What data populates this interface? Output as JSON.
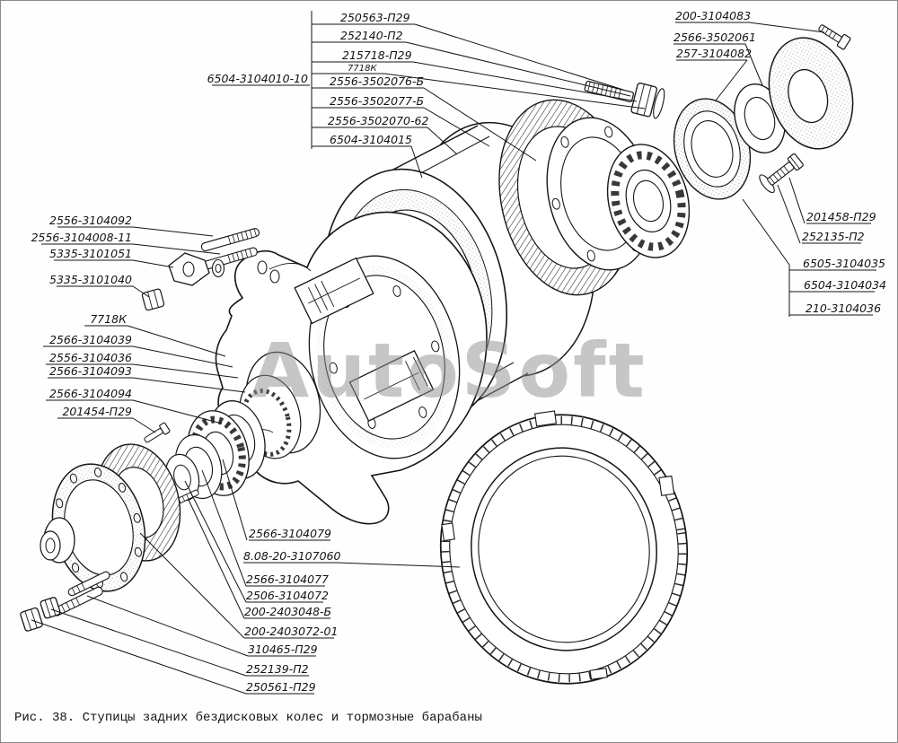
{
  "colors": {
    "ink": "#141414",
    "background": "#ffffff",
    "watermark": "#8f8f8f"
  },
  "caption": "Рис. 38. Ступицы задних бездисковых колес и тормозные барабаны",
  "watermark": "AutoSoft",
  "labels": [
    {
      "text": "250563-П29"
    },
    {
      "text": "252140-П2"
    },
    {
      "text": "215718-П29"
    },
    {
      "text": "7718К"
    },
    {
      "text": "2556-3502076-Б"
    },
    {
      "text": "2556-3502077-Б"
    },
    {
      "text": "2556-3502070-62"
    },
    {
      "text": "6504-3104015"
    },
    {
      "text": "6504-3104010-10"
    },
    {
      "text": "200-3104083"
    },
    {
      "text": "2566-3502061"
    },
    {
      "text": "257-3104082"
    },
    {
      "text": "201458-П29"
    },
    {
      "text": "252135-П2"
    },
    {
      "text": "6505-3104035"
    },
    {
      "text": "6504-3104034"
    },
    {
      "text": "210-3104036"
    },
    {
      "text": "2556-3104092"
    },
    {
      "text": "2556-3104008-11"
    },
    {
      "text": "5335-3101051"
    },
    {
      "text": "5335-3101040"
    },
    {
      "text": "7718К"
    },
    {
      "text": "2566-3104039"
    },
    {
      "text": "2556-3104036"
    },
    {
      "text": "2566-3104093"
    },
    {
      "text": "2566-3104094"
    },
    {
      "text": "201454-П29"
    },
    {
      "text": "2566-3104079"
    },
    {
      "text": "8.08-20-3107060"
    },
    {
      "text": "2566-3104077"
    },
    {
      "text": "2506-3104072"
    },
    {
      "text": "200-2403048-Б"
    },
    {
      "text": "200-2403072-01"
    },
    {
      "text": "310465-П29"
    },
    {
      "text": "252139-П2"
    },
    {
      "text": "250561-П29"
    }
  ]
}
